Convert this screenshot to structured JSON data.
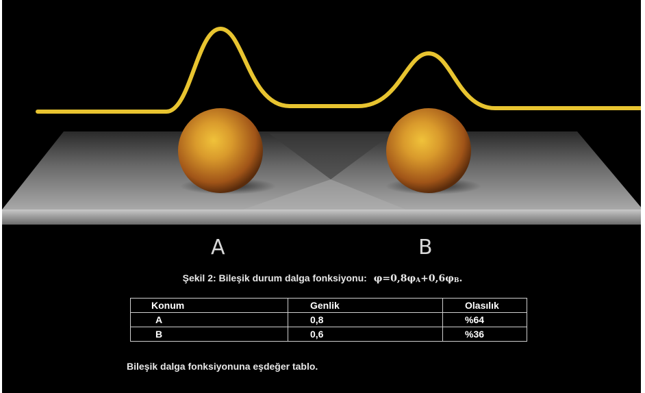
{
  "figure": {
    "position_labels": [
      "A",
      "B"
    ],
    "caption": {
      "prefix": "Şekil 2: Bileşik durum dalga fonksiyonu:",
      "phi": "φ",
      "eq": "=0,8",
      "phi_a": "φ",
      "sub_a": "A",
      "plus": "+0,6",
      "phi_b": "φ",
      "sub_b": "B",
      "end": "."
    },
    "colors": {
      "wave": "#e8c430",
      "sphere": "#d9922a",
      "plane": "#8a8a8a"
    }
  },
  "table": {
    "headers": [
      "Konum",
      "Genlik",
      "Olasılık"
    ],
    "rows": [
      [
        "A",
        "0,8",
        "%64"
      ],
      [
        "B",
        "0,6",
        "%36"
      ]
    ]
  },
  "note": "Bileşik dalga fonksiyonuna eşdeğer tablo."
}
